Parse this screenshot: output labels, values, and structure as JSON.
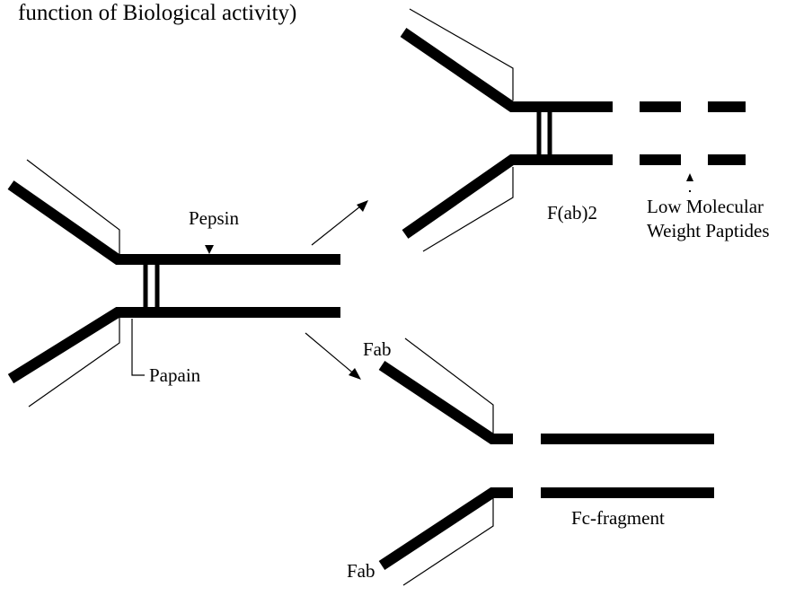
{
  "caption": "function of Biological activity)",
  "labels": {
    "pepsin": "Pepsin",
    "papain": "Papain",
    "fab2": "F(ab)2",
    "low_mw_line1": "Low Molecular",
    "low_mw_line2": "Weight Paptides",
    "fab_top": "Fab",
    "fab_bottom": "Fab",
    "fc": "Fc-fragment"
  },
  "colors": {
    "ink": "#000000",
    "background": "#ffffff"
  }
}
